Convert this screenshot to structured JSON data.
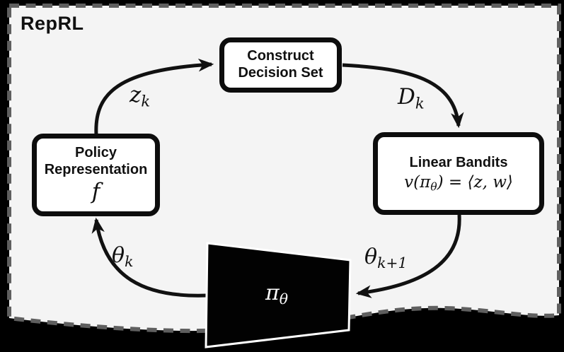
{
  "title": "RepRL",
  "colors": {
    "canvas": "#000000",
    "panel": "#f4f4f4",
    "dash": "#5f5f5f",
    "ink": "#111111",
    "node_border": "#0d0d0d",
    "node_fill": "#ffffff",
    "screen_fill": "#020202",
    "screen_text": "#ffffff"
  },
  "nodes": {
    "construct": {
      "line1": "Construct",
      "line2": "Decision Set"
    },
    "policy": {
      "line1": "Policy",
      "line2": "Representation",
      "symbol": "f"
    },
    "bandits": {
      "title": "Linear Bandits",
      "formula_pre": "v(π",
      "formula_sub": "θ",
      "formula_post": ") = ⟨z, w⟩"
    },
    "policy_screen": {
      "base": "π",
      "sub": "θ"
    }
  },
  "edge_labels": {
    "policy_to_construct": {
      "base": "z",
      "sub": "k"
    },
    "construct_to_bandits": {
      "base": "D",
      "sub": "k"
    },
    "bandits_to_screen": {
      "base": "θ",
      "sub": "k+1"
    },
    "screen_to_policy": {
      "base": "θ",
      "sub": "k"
    }
  }
}
